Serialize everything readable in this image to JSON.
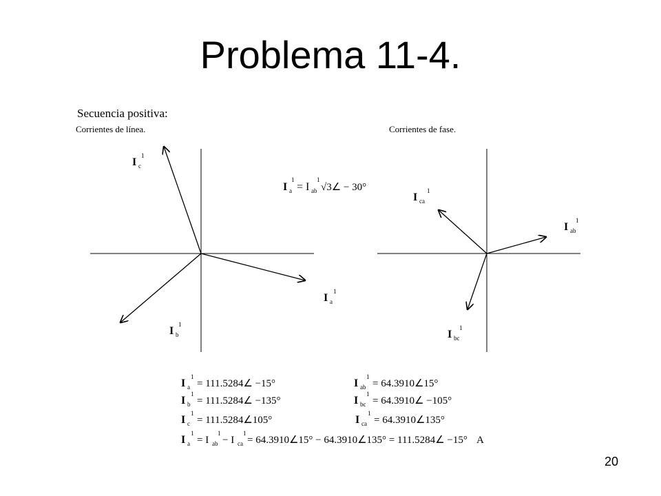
{
  "slide": {
    "title": "Problema 11-4.",
    "subtitle": "Secuencia positiva:",
    "left_caption": "Corrientes de línea.",
    "right_caption": "Corrientes de fase.",
    "page_number": "20"
  },
  "phasor_labels": {
    "Ia": {
      "main": "I",
      "sub": "a",
      "sup": "1"
    },
    "Ib": {
      "main": "I",
      "sub": "b",
      "sup": "1"
    },
    "Ic": {
      "main": "I",
      "sub": "c",
      "sup": "1"
    },
    "Iab": {
      "main": "I",
      "sub": "ab",
      "sup": "1"
    },
    "Ibc": {
      "main": "I",
      "sub": "bc",
      "sup": "1"
    },
    "Ica": {
      "main": "I",
      "sub": "ca",
      "sup": "1"
    }
  },
  "relation": {
    "lhs": "I",
    "lhs_sub": "a",
    "lhs_sup": "1",
    "rhs": "= I",
    "rhs_sub": "ab",
    "rhs_sup": "1",
    "rest": "√3∠ − 30°"
  },
  "equations": {
    "ia": {
      "lhs_sub": "a",
      "text": "= 111.5284∠ −15°"
    },
    "ib": {
      "lhs_sub": "b",
      "text": "= 111.5284∠ −135°"
    },
    "ic": {
      "lhs_sub": "c",
      "text": "= 111.5284∠105°"
    },
    "iab": {
      "lhs_sub": "ab",
      "text": "= 64.3910∠15°"
    },
    "ibc": {
      "lhs_sub": "bc",
      "text": "= 64.3910∠ −105°"
    },
    "ica": {
      "lhs_sub": "ca",
      "text": "= 64.3910∠135°"
    },
    "final": {
      "a_sub": "a",
      "mid1": "= I",
      "ab_sub": "ab",
      "mid2": "− I",
      "ca_sub": "ca",
      "tail": "= 64.3910∠15° − 64.3910∠135° = 111.5284∠ −15°",
      "unit": "A"
    },
    "sup": "1",
    "main": "I"
  }
}
